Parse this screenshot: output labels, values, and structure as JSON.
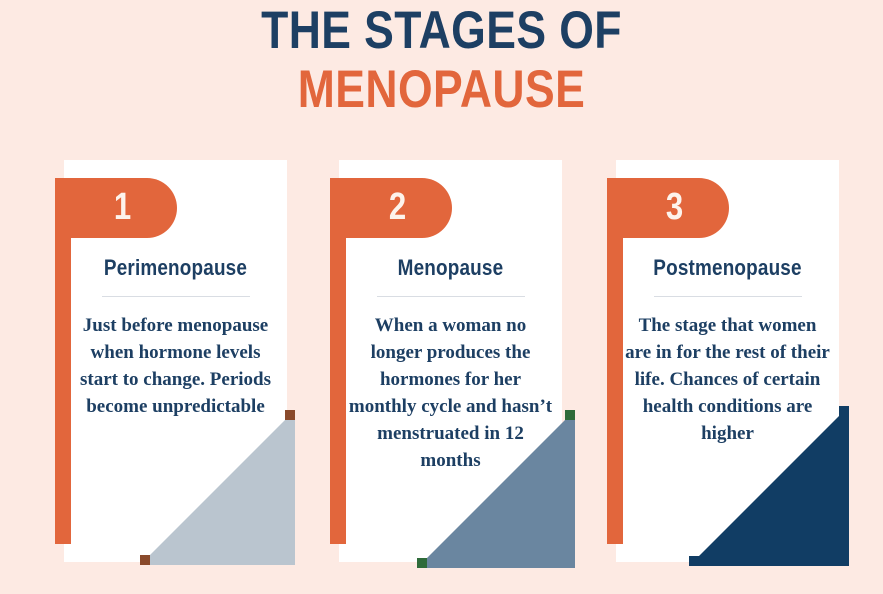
{
  "title": {
    "line1": "THE STAGES OF",
    "line2": "MENOPAUSE"
  },
  "colors": {
    "background": "#fdeae3",
    "accent_orange": "#e2663c",
    "navy": "#1d3f63",
    "card_white": "#ffffff",
    "divider": "#d9dde3"
  },
  "cards": [
    {
      "number": "1",
      "heading": "Perimenopause",
      "body": "Just before menopause when hormone levels start to change. Periods become unpredictable",
      "triangle_color": "#bac5cf",
      "corner_color": "#8a4a2c"
    },
    {
      "number": "2",
      "heading": "Menopause",
      "body": "When a woman no longer produces the hormones for her monthly cycle and hasn’t menstruated in 12 months",
      "triangle_color": "#6a86a0",
      "corner_color": "#2f6b3a"
    },
    {
      "number": "3",
      "heading": "Postmenopause",
      "body": "The stage that women are in for the rest of their life. Chances of certain health conditions are higher",
      "triangle_color": "#113d64",
      "corner_color": "#113d64"
    }
  ]
}
